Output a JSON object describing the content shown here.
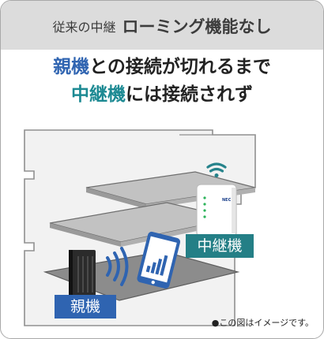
{
  "header": {
    "label": "従来の中継",
    "emphasis": "ローミング機能なし"
  },
  "headline": {
    "line1_highlight": "親機",
    "line1_rest": "との接続が切れるまで",
    "line2_highlight": "中継機",
    "line2_mid": "には",
    "line2_bold": "接続されず"
  },
  "tags": {
    "repeater": "中継機",
    "master": "親機"
  },
  "note": "●この図はイメージです。",
  "device_logo": "NEC",
  "colors": {
    "header_bg": "#dcdcdc",
    "blue": "#2f64b1",
    "teal": "#1d8a93",
    "tag_teal": "#247f86",
    "signal_blue": "#2f64b1",
    "wifi_green": "#26838b"
  }
}
